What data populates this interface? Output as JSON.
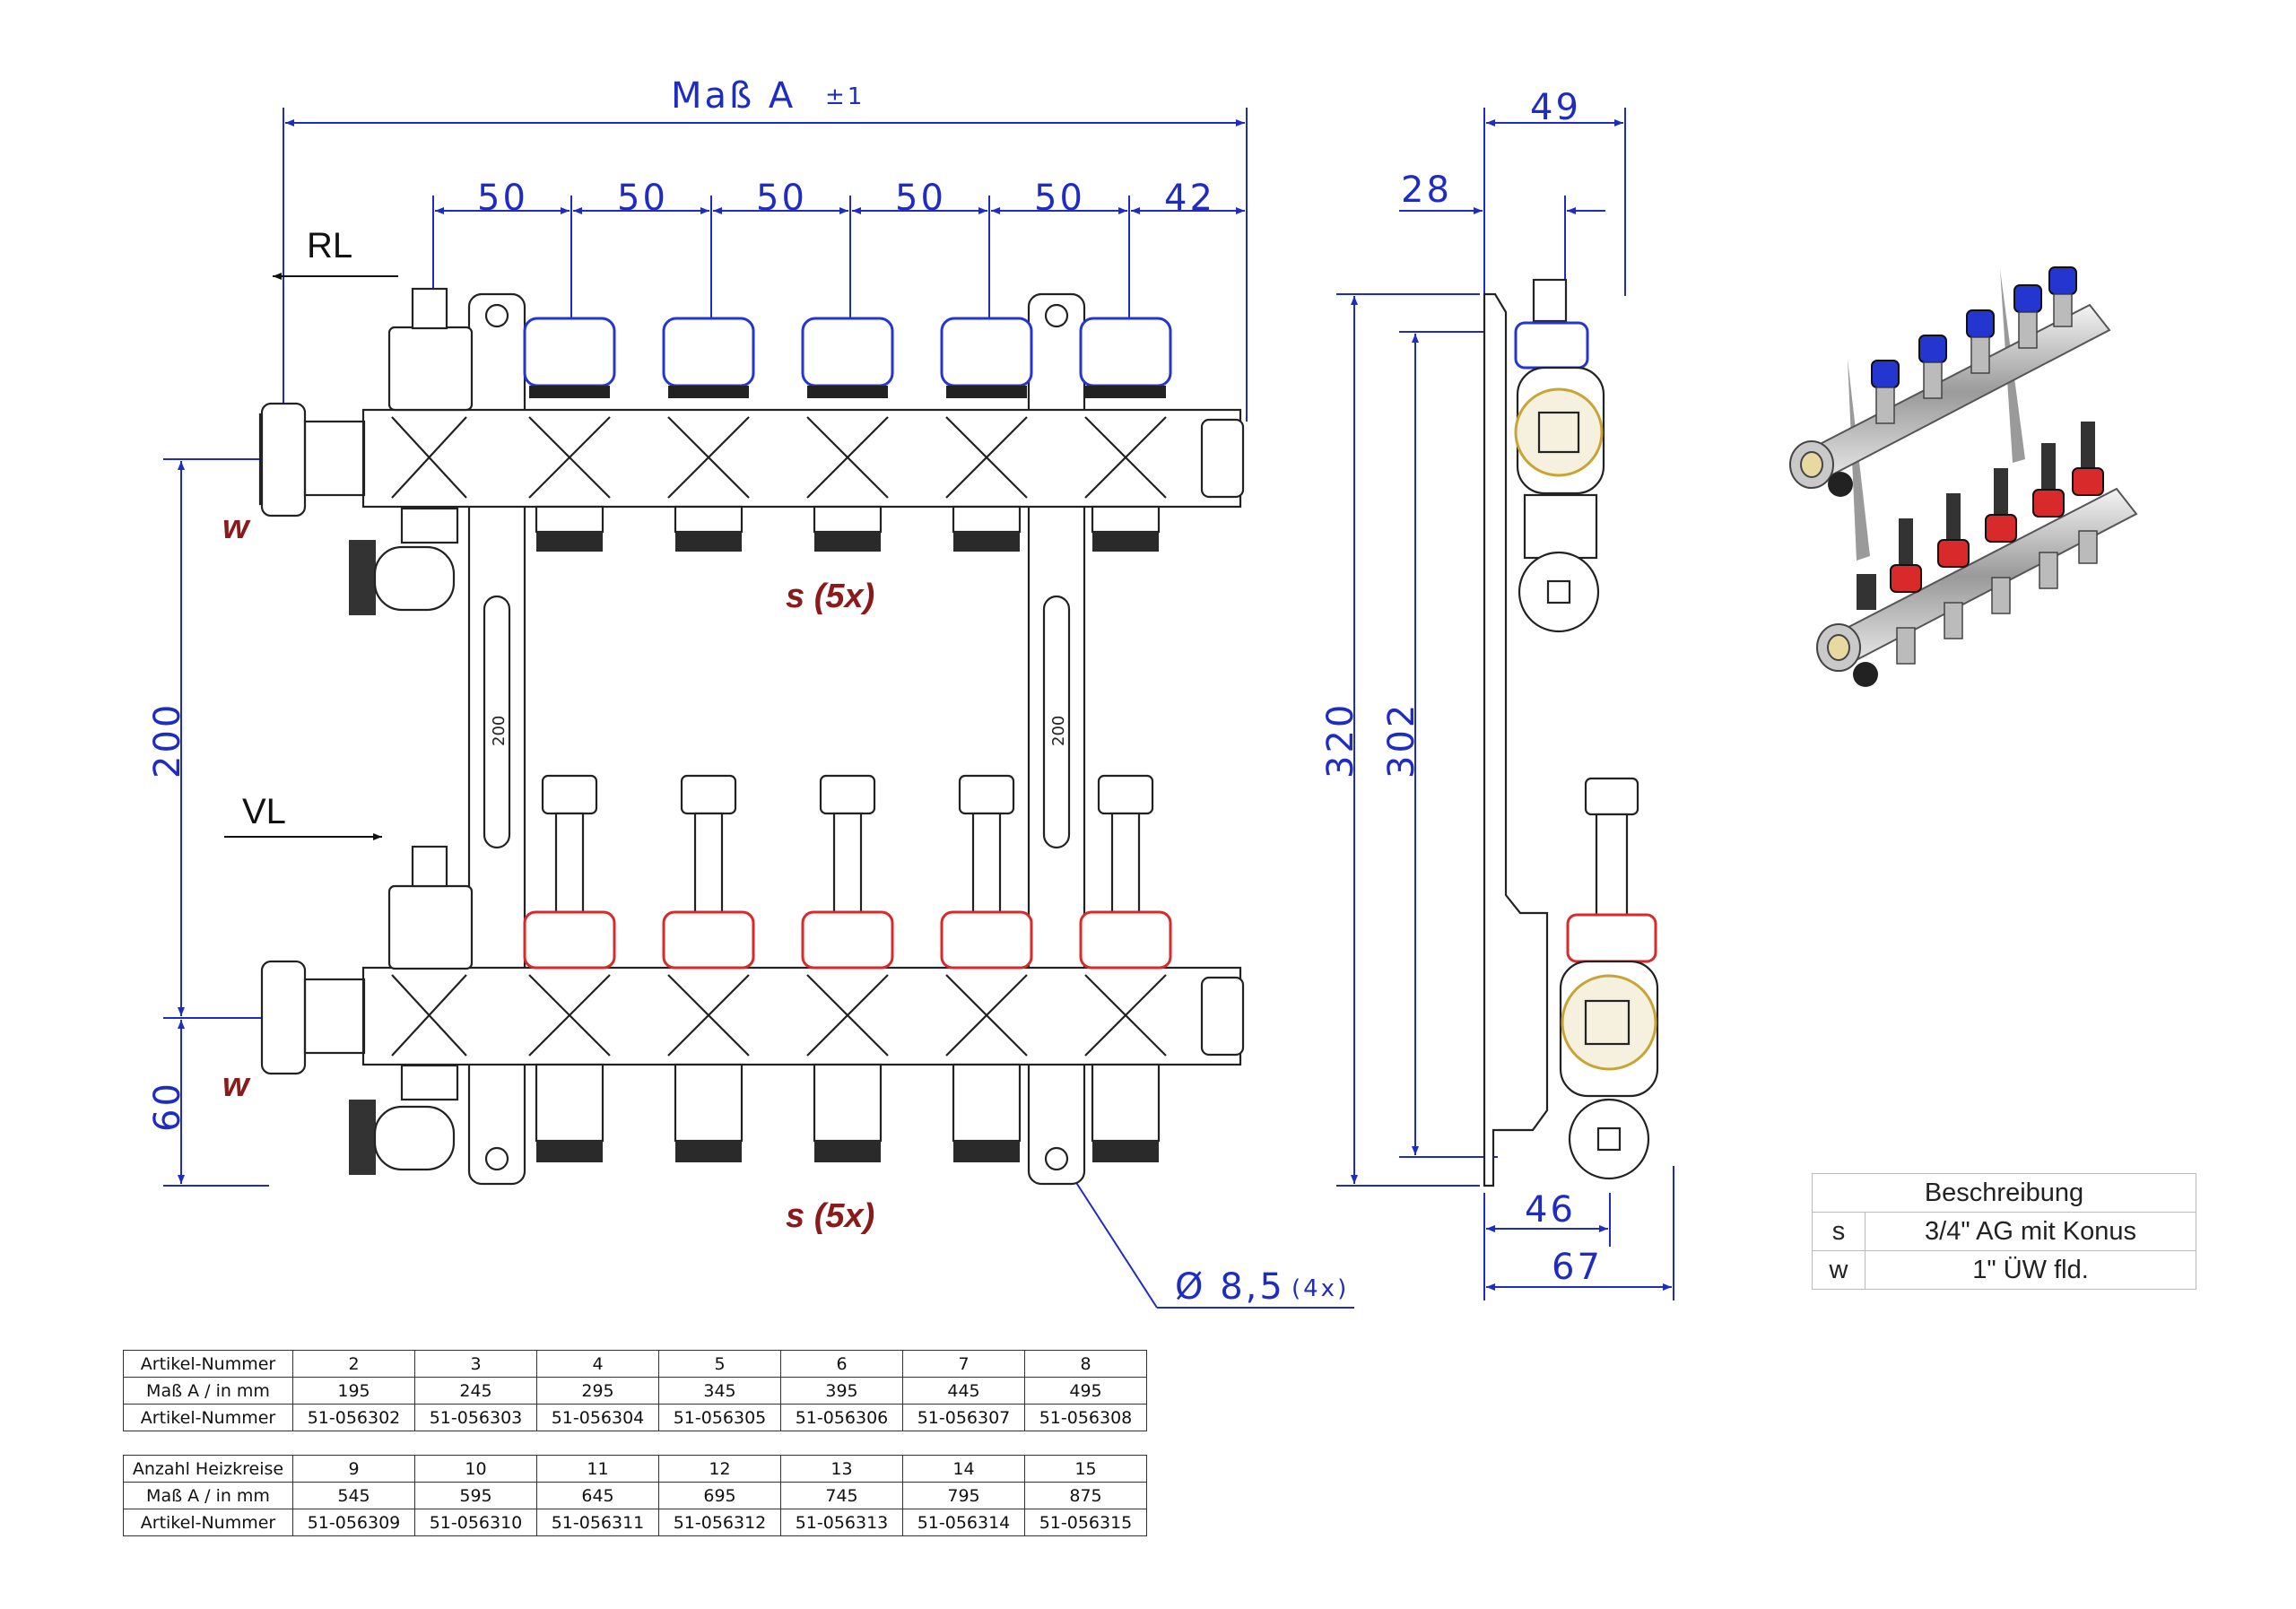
{
  "dimensions": {
    "mass_a": "Maß A",
    "tolerance": "±1",
    "spacing": [
      "50",
      "50",
      "50",
      "50",
      "50"
    ],
    "end_spacing": "42",
    "height_200": "200",
    "height_60": "60",
    "height_320": "320",
    "height_302": "302",
    "side_49": "49",
    "side_28": "28",
    "side_46": "46",
    "side_67": "67",
    "hole_diameter": "Ø 8,5",
    "hole_count": "(4x)",
    "bracket_label_top": "200",
    "bracket_label_bottom": "200"
  },
  "labels": {
    "return_flow": "RL",
    "supply_flow": "VL",
    "w_top": "w",
    "w_bottom": "w",
    "s_top": "s (5x)",
    "s_bottom": "s (5x)"
  },
  "article_table": {
    "rows_top": [
      {
        "header": "Artikel-Nummer",
        "values": [
          "2",
          "3",
          "4",
          "5",
          "6",
          "7",
          "8"
        ]
      },
      {
        "header": "Maß A / in mm",
        "values": [
          "195",
          "245",
          "295",
          "345",
          "395",
          "445",
          "495"
        ]
      },
      {
        "header": "Artikel-Nummer",
        "values": [
          "51-056302",
          "51-056303",
          "51-056304",
          "51-056305",
          "51-056306",
          "51-056307",
          "51-056308"
        ]
      }
    ],
    "rows_bottom": [
      {
        "header": "Anzahl Heizkreise",
        "values": [
          "9",
          "10",
          "11",
          "12",
          "13",
          "14",
          "15"
        ]
      },
      {
        "header": "Maß A / in mm",
        "values": [
          "545",
          "595",
          "645",
          "695",
          "745",
          "795",
          "875"
        ]
      },
      {
        "header": "Artikel-Nummer",
        "values": [
          "51-056309",
          "51-056310",
          "51-056311",
          "51-056312",
          "51-056313",
          "51-056314",
          "51-056315"
        ]
      }
    ]
  },
  "description_table": {
    "title": "Beschreibung",
    "rows": [
      {
        "key": "s",
        "text": "3/4\" AG mit Konus"
      },
      {
        "key": "w",
        "text": "1\" ÜW fld."
      }
    ]
  },
  "colors": {
    "dimension": "#1f2cc4",
    "valve_blue": "#2435d0",
    "valve_red": "#d82a2a",
    "label_red": "#8b1a1a"
  }
}
